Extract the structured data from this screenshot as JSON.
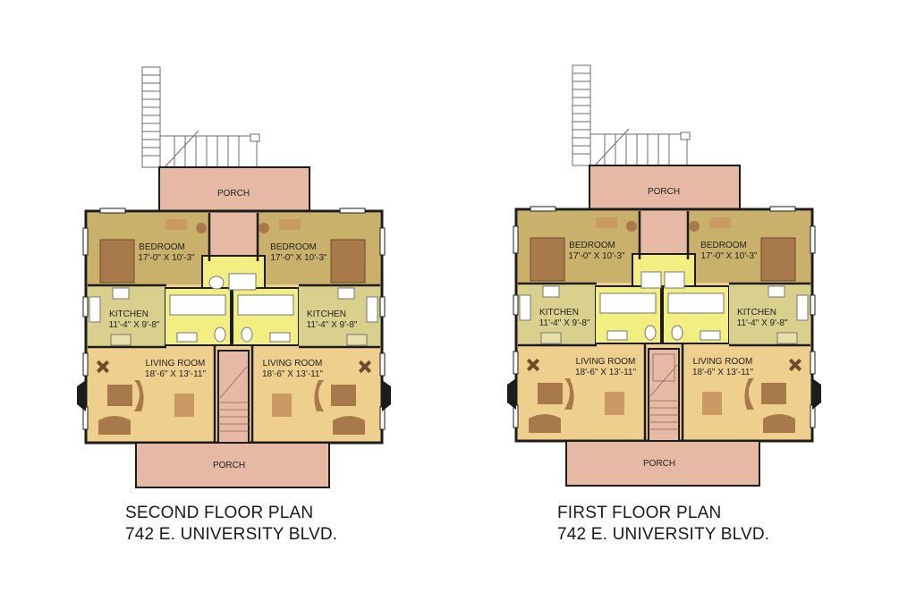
{
  "plans": [
    {
      "id": "second",
      "porch_top": "PORCH",
      "porch_bottom": "PORCH",
      "bedroom_left": {
        "name": "BEDROOM",
        "dims": "17'-0\" X 10'-3\""
      },
      "bedroom_right": {
        "name": "BEDROOM",
        "dims": "17'-0\" X 10'-3\""
      },
      "kitchen_left": {
        "name": "KITCHEN",
        "dims": "11'-4\" X 9'-8\""
      },
      "kitchen_right": {
        "name": "KITCHEN",
        "dims": "11'-4\" X 9'-8\""
      },
      "living_left": {
        "name": "LIVING ROOM",
        "dims": "18'-6\" X 13'-11\""
      },
      "living_right": {
        "name": "LIVING ROOM",
        "dims": "18'-6\" X 13'-11\""
      },
      "caption_line1": "SECOND FLOOR PLAN",
      "caption_line2": "742 E. UNIVERSITY BLVD."
    },
    {
      "id": "first",
      "porch_top": "PORCH",
      "porch_bottom": "PORCH",
      "bedroom_left": {
        "name": "BEDROOM",
        "dims": "17'-0\" X 10'-3\""
      },
      "bedroom_right": {
        "name": "BEDROOM",
        "dims": "17'-0\" X 10'-3\""
      },
      "kitchen_left": {
        "name": "KITCHEN",
        "dims": "11'-4\" X 9'-8\""
      },
      "kitchen_right": {
        "name": "KITCHEN",
        "dims": "11'-4\" X 9'-8\""
      },
      "living_left": {
        "name": "LIVING ROOM",
        "dims": "18'-6\" X 13'-11\""
      },
      "living_right": {
        "name": "LIVING ROOM",
        "dims": "18'-6\" X 13'-11\""
      },
      "caption_line1": "FIRST FLOOR PLAN",
      "caption_line2": "742 E. UNIVERSITY BLVD."
    }
  ],
  "colors": {
    "porch": "#e6b9a4",
    "bedroom": "#c9b06b",
    "kitchen_floor": "#d8d08c",
    "living": "#efcf8e",
    "bath": "#f2ee82",
    "wall": "#1c1c1c",
    "furniture": "#a8794a",
    "furniture_light": "#c99a63",
    "fixture": "#ffffff"
  }
}
